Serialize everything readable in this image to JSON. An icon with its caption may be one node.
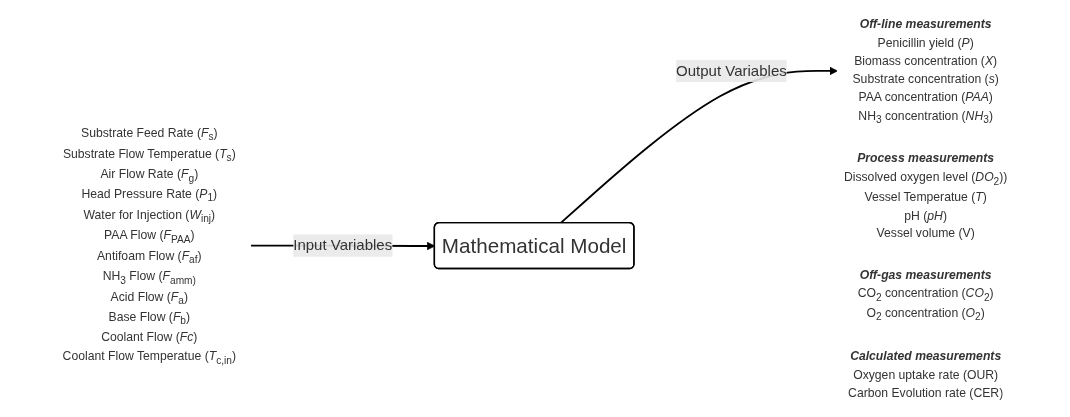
{
  "diagram": {
    "nodes": [
      {
        "text": [
          "Substrate Feed Rate (*F*$_{s}$)",
          "Substrate Flow Temperatue (*T*$_{s}$)",
          "Air Flow Rate (*F*$_{g}$)",
          "Head Pressure Rate (*P*$_{1}$)",
          "Water for Injection (*W*$_{inj}$)",
          "PAA Flow (*F*$_{PAA}$)",
          "Antifoam Flow (*F*$_{af}$)",
          "NH$_{3}$ Flow (*F*$_{amm)}$",
          "Acid Flow (*F*$_{a}$)",
          "Base Flow (*F*$_{b}$)",
          "Coolant Flow (*Fc*)",
          "Coolant Flow Temperatue (*T*$_{c,in}$)"
        ]
      },
      {
        "text": [
          "Mathematical Model"
        ]
      },
      {
        "text": [
          "Process measurements",
          "Dissolved oxygen level (*DO*$_{2}$))",
          "Vessel Temperatue (*T*)",
          "pH (*pH*)",
          "Vessel volume (V)"
        ]
      },
      {
        "text": [
          "Off-line measurements",
          "Penicillin yield (*P*)",
          "Biomass concentration (*X*)",
          "Substrate concentration (*s*)",
          "PAA concentration (*PAA*)",
          "NH$_{3}$ concentration (*NH*$_{3}$)"
        ]
      },
      {
        "text": [
          "Off-gas measurements",
          "CO$_{2}$ concentration (*CO*$_{2}$)",
          "O$_{2}$ concentration (*O*$_{2}$)"
        ]
      },
      {
        "text": [
          "Calculated measurements",
          "Oxygen uptake rate (OUR)",
          "Carbon Evolution rate (CER)"
        ]
      }
    ],
    "edges": [
      {
        "from": 0,
        "to": 1,
        "arrow": "to",
        "label": "Input Variables"
      },
      {
        "from": 1,
        "to": 3,
        "arrow": "to",
        "label": "Output Variables"
      }
    ]
  }
}
